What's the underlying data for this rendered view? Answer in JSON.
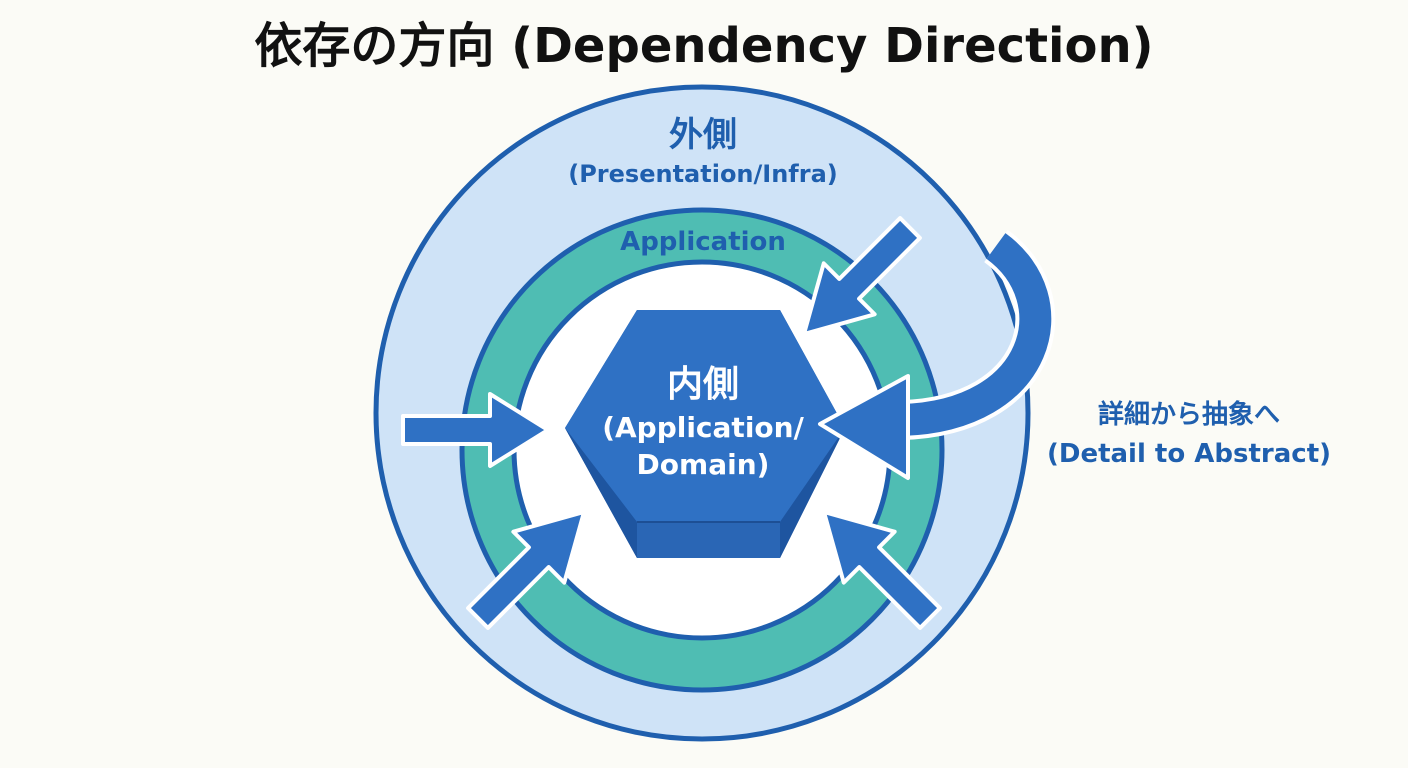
{
  "title": "依存の方向 (Dependency Direction)",
  "outer_layer": {
    "label": "外側",
    "sublabel": "(Presentation/Infra)"
  },
  "middle_layer": {
    "label": "Application"
  },
  "inner_core": {
    "label": "内側",
    "sublabel_line1": "(Application/",
    "sublabel_line2": "Domain)"
  },
  "direction_note": {
    "label": "詳細から抽象へ",
    "sublabel": "(Detail to Abstract)"
  },
  "colors": {
    "outer_ring_fill": "#cfe3f7",
    "ring_stroke": "#1f5fae",
    "middle_ring_fill": "#4fbdb3",
    "core_fill": "#2f71c4",
    "core_dark": "#245ca8",
    "arrow_fill": "#2f71c4",
    "label_blue": "#1f5fae",
    "title": "#111111"
  }
}
